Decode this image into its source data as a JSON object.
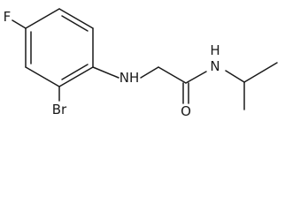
{
  "molecule": {
    "atoms": {
      "fluorine": "F",
      "bromine": "Br",
      "amine_nh": "NH",
      "oxygen": "O",
      "amide_nh": "N",
      "amide_h": "H"
    }
  },
  "colors": {
    "bond": "#1a1a1a",
    "label": "#1a1a1a",
    "background": "#ffffff"
  }
}
